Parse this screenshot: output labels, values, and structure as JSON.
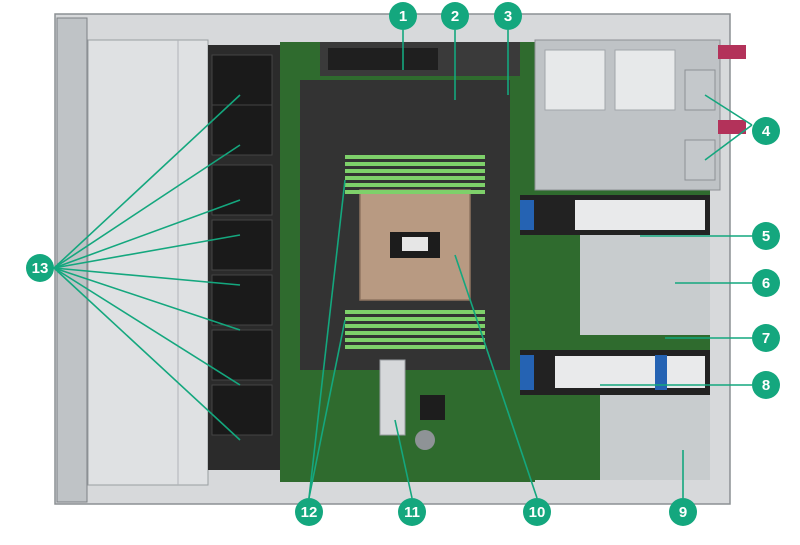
{
  "colors": {
    "callout": "#14a77e",
    "pcb": "#2f6b2e",
    "chassis": "#c9ccce",
    "dark": "#2a2a2a",
    "fan_red": "#b3325a",
    "dimm": "#7ed06a",
    "cpu": "#b89a82"
  },
  "callouts": [
    {
      "id": "1",
      "label": "1"
    },
    {
      "id": "2",
      "label": "2"
    },
    {
      "id": "3",
      "label": "3"
    },
    {
      "id": "4",
      "label": "4"
    },
    {
      "id": "5",
      "label": "5"
    },
    {
      "id": "6",
      "label": "6"
    },
    {
      "id": "7",
      "label": "7"
    },
    {
      "id": "8",
      "label": "8"
    },
    {
      "id": "9",
      "label": "9"
    },
    {
      "id": "10",
      "label": "10"
    },
    {
      "id": "11",
      "label": "11"
    },
    {
      "id": "12",
      "label": "12"
    },
    {
      "id": "13",
      "label": "13"
    }
  ]
}
